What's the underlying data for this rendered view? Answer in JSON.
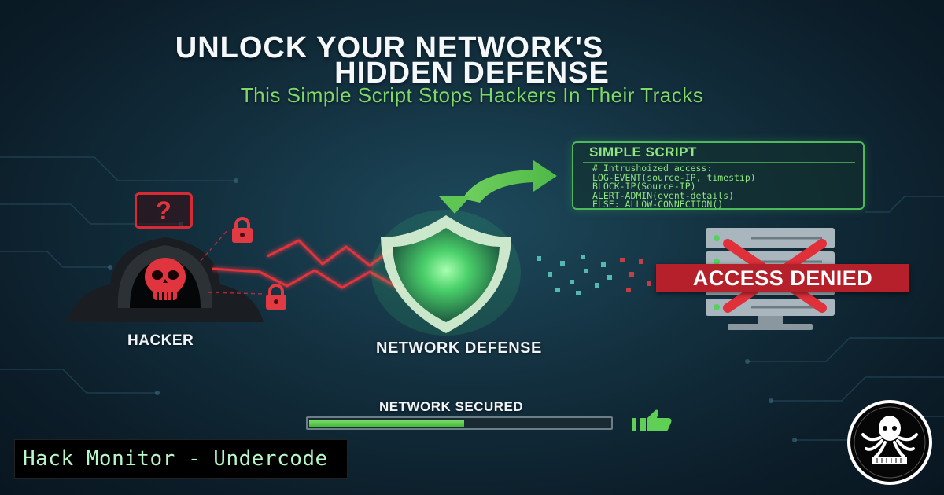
{
  "header": {
    "title_line1": "UNLOCK YOUR NETWORK'S",
    "title_line2": "HIDDEN DEFENSE",
    "subtitle": "This Simple Script Stops Hackers In Their Tracks"
  },
  "script_panel": {
    "title": "SIMPLE SCRIPT",
    "lines": [
      "# Intrushoized access:",
      "LOG-EVENT(source-IP, timestip)",
      "BLOCK-IP(Source-IP)",
      "ALERT-ADMIN(event-details)",
      "ELSE: ALLOW-CONNECTION()"
    ]
  },
  "hacker": {
    "label": "HACKER",
    "badge": "?"
  },
  "defense": {
    "label": "NETWORK DEFENSE"
  },
  "server": {
    "status": "ACCESS DENIED"
  },
  "status": {
    "label": "NETWORK SECURED",
    "progress": 0.52
  },
  "watermark": {
    "text": "Hack Monitor - Undercode"
  },
  "colors": {
    "accent_green": "#7ed96a",
    "danger_red": "#d62b34",
    "background": "#13303f"
  },
  "icons": [
    "question-mark-icon",
    "padlock-icon",
    "skull-icon",
    "shield-icon",
    "refresh-arrow-icon",
    "server-icon",
    "cross-icon",
    "thumbs-up-icon",
    "octopus-logo-icon"
  ]
}
